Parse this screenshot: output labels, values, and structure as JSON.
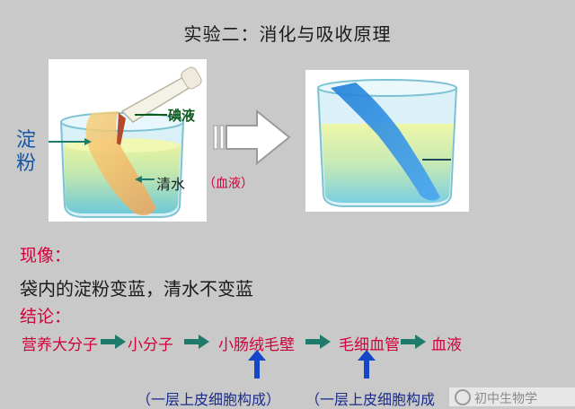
{
  "title": "实验二：消化与吸收原理",
  "diagram": {
    "starch_label": "淀粉",
    "iodine_label": "碘液",
    "water_label": "清水",
    "blood_label": "（血液）"
  },
  "phenomenon": {
    "heading": "现像：",
    "text": "袋内的淀粉变蓝，清水不变蓝"
  },
  "conclusion": {
    "heading": "结论：",
    "flow": [
      "营养大分子",
      "小分子",
      "小肠绒毛壁",
      "毛细血管",
      "血液"
    ],
    "notes": [
      "（一层上皮细胞构成）",
      "（一层上皮细胞构成"
    ]
  },
  "watermark": "初中生物学",
  "colors": {
    "heading_red": "#d2003a",
    "arrow_teal": "#1e7a6a",
    "up_arrow_blue": "#1546c8"
  }
}
